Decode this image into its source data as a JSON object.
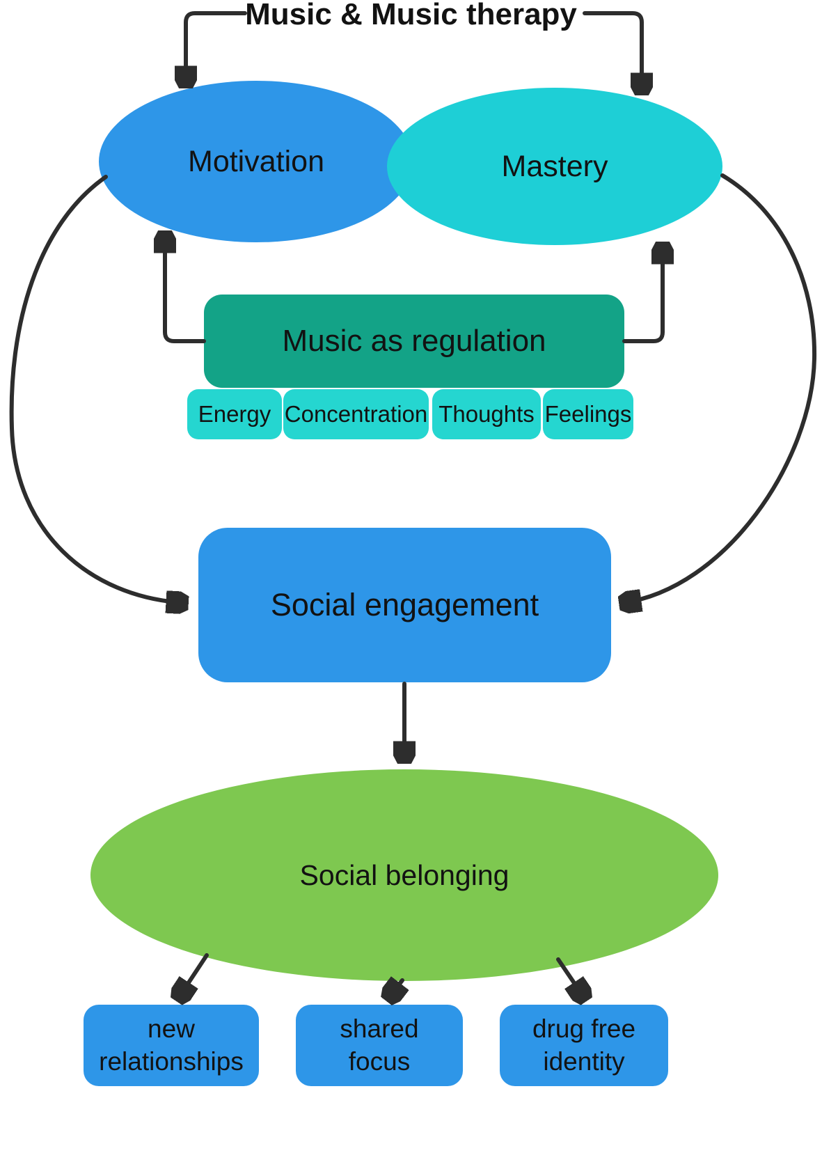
{
  "title": "Music & Music therapy",
  "nodes": {
    "motivation": {
      "label": "Motivation",
      "shape": "ellipse",
      "color": "#2e96e8"
    },
    "mastery": {
      "label": "Mastery",
      "shape": "ellipse",
      "color": "#1ecfd6"
    },
    "regulation": {
      "label": "Music as regulation",
      "shape": "rounded-rect",
      "color": "#13a387"
    },
    "social_engagement": {
      "label": "Social engagement",
      "shape": "rounded-rect",
      "color": "#2e96e8"
    },
    "social_belonging": {
      "label": "Social belonging",
      "shape": "ellipse",
      "color": "#7ec850"
    }
  },
  "chips": [
    {
      "label": "Energy"
    },
    {
      "label": "Concentration"
    },
    {
      "label": "Thoughts"
    },
    {
      "label": "Feelings"
    }
  ],
  "outcomes": [
    {
      "label": "new relationships",
      "lines": [
        "new",
        "relationships"
      ]
    },
    {
      "label": "shared focus",
      "lines": [
        "shared",
        "focus"
      ]
    },
    {
      "label": "drug free identity",
      "lines": [
        "drug free",
        "identity"
      ]
    }
  ],
  "edges": [
    {
      "from": "title",
      "to": "motivation"
    },
    {
      "from": "title",
      "to": "mastery"
    },
    {
      "from": "regulation",
      "to": "motivation"
    },
    {
      "from": "regulation",
      "to": "mastery"
    },
    {
      "from": "motivation",
      "to": "social_engagement"
    },
    {
      "from": "mastery",
      "to": "social_engagement"
    },
    {
      "from": "social_engagement",
      "to": "social_belonging"
    },
    {
      "from": "social_belonging",
      "to": "new relationships"
    },
    {
      "from": "social_belonging",
      "to": "shared focus"
    },
    {
      "from": "social_belonging",
      "to": "drug free identity"
    }
  ],
  "colors": {
    "motivation_blue": "#2e96e8",
    "mastery_cyan": "#1ecfd6",
    "chip_cyan": "#25d6d0",
    "regulation_teal": "#13a387",
    "belonging_green": "#7ec850",
    "arrow": "#2d2d2d",
    "text": "#121212",
    "background": "#ffffff"
  }
}
